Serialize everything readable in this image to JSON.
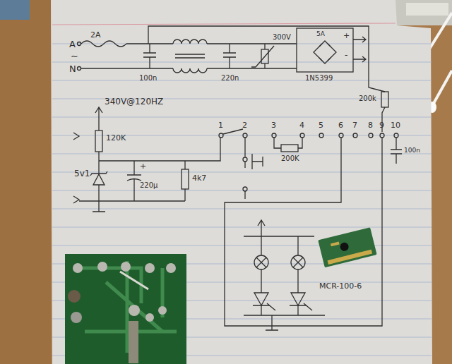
{
  "diagram": {
    "labels": [
      "2A",
      "A",
      "~",
      "N",
      "100n",
      "220n",
      "300V",
      "5A",
      "+",
      "-",
      "1N5399",
      "340V@120HZ",
      "120K",
      "5v1",
      "+",
      "220μ",
      "4k7",
      "1",
      "2",
      "3",
      "4",
      "5",
      "6",
      "7",
      "8",
      "9",
      "10",
      "200K",
      "200k",
      "100n",
      "MCR-100-6"
    ]
  }
}
